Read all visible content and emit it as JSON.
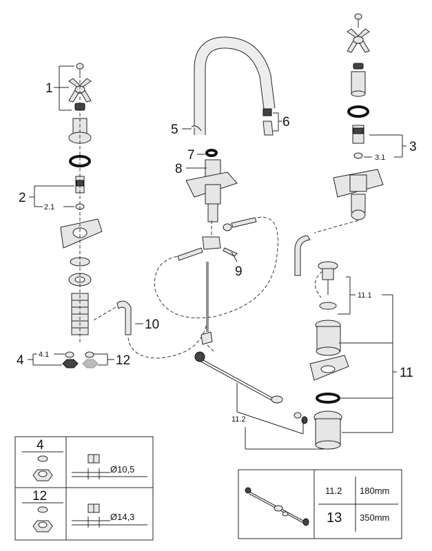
{
  "callouts": {
    "c1": "1",
    "c2": "2",
    "c2_1": "2.1",
    "c3": "3",
    "c3_1": "3.1",
    "c4": "4",
    "c4_1": "4.1",
    "c5": "5",
    "c6": "6",
    "c7": "7",
    "c8": "8",
    "c9": "9",
    "c10": "10",
    "c11": "11",
    "c11_1": "11.1",
    "c11_2": "11.2",
    "c12": "12"
  },
  "legend_left": {
    "row1_number": "4",
    "row1_diameter": "Ø10,5",
    "row2_number": "12",
    "row2_diameter": "Ø14,3"
  },
  "legend_right": {
    "row1_part": "11.2",
    "row1_length": "180mm",
    "row2_part": "13",
    "row2_length": "350mm"
  },
  "colors": {
    "line": "#222222",
    "fill": "#e6e6e6",
    "dark": "#444444"
  },
  "icons": [
    "cross-handle-icon",
    "spout-icon",
    "drain-icon",
    "pop-up-rod-icon",
    "nut-icon",
    "washer-icon"
  ]
}
